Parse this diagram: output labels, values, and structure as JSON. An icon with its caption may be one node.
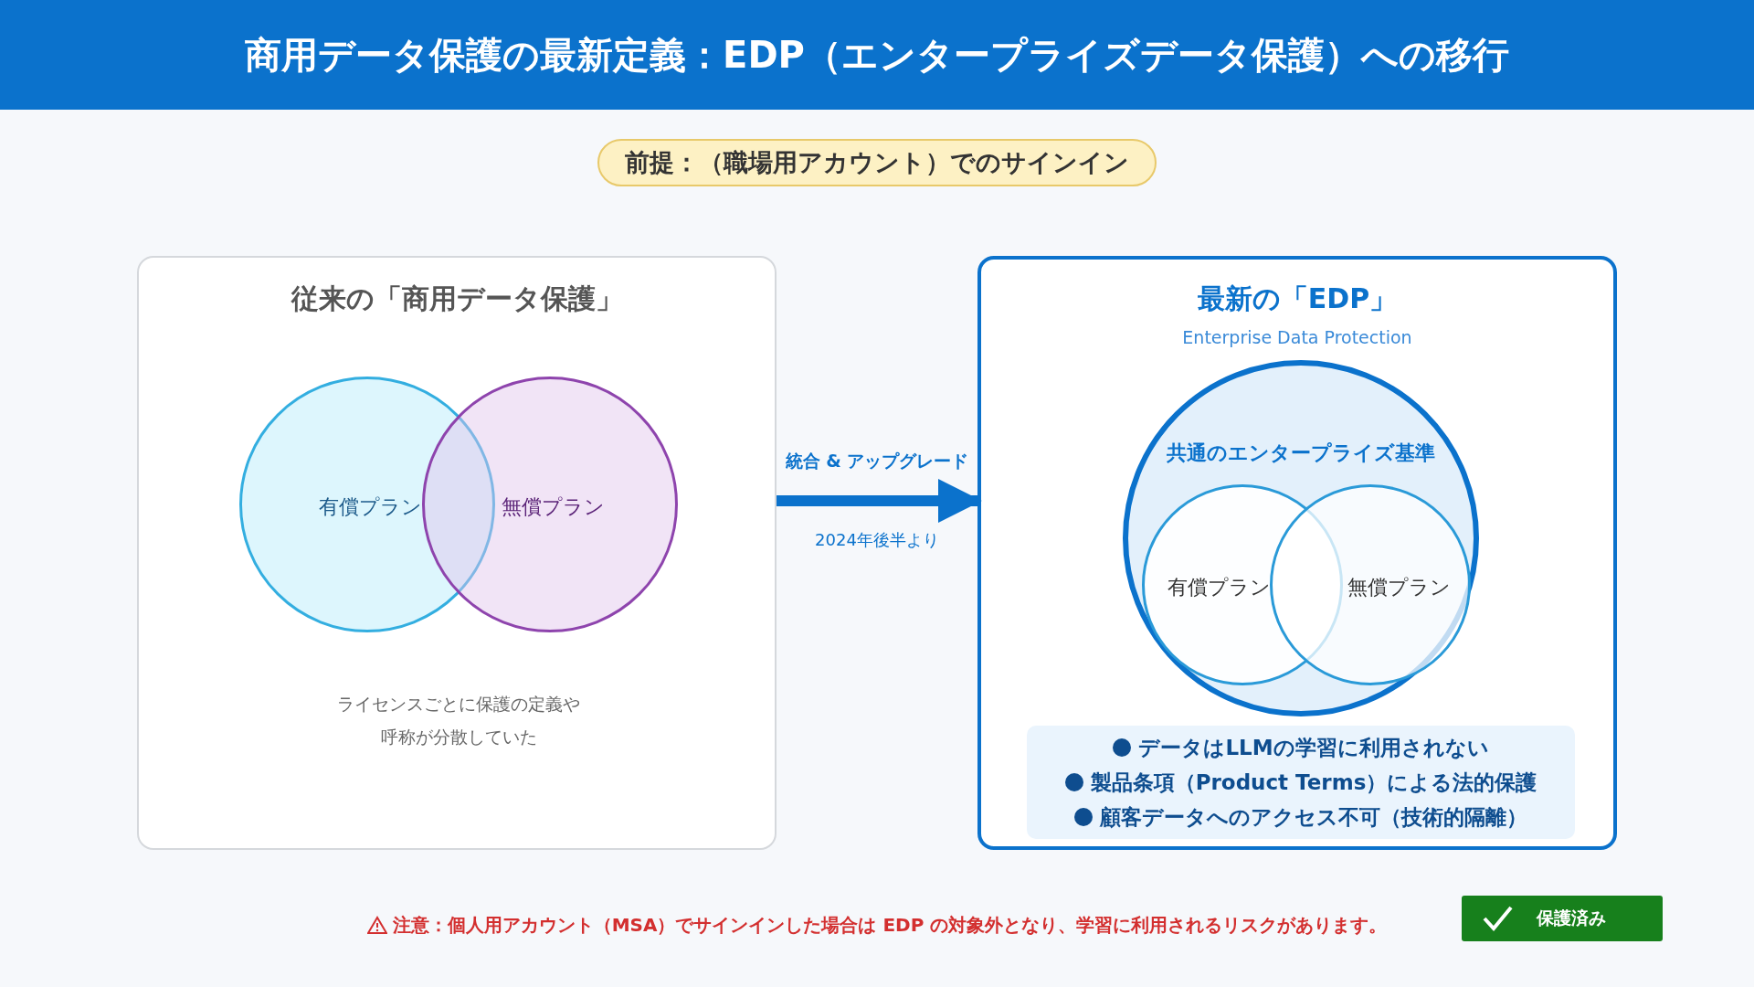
{
  "diagram": {
    "title": "商用データ保護の最新定義：EDP（エンタープライズデータ保護）への移行",
    "nodes": [
      {
        "text": [
          "従来の「商用データ保護」",
          "ライセンスごとに保護の定義や呼称が分散していた"
        ]
      },
      {
        "text": [
          "有償プラン"
        ],
        "in": 0
      },
      {
        "text": [
          "無償プラン"
        ],
        "in": 0
      },
      {
        "text": [
          "最新の「EDP」",
          "Enterprise Data Protection"
        ]
      },
      {
        "text": [
          "共通のエンタープライズ基準"
        ],
        "in": 3
      },
      {
        "text": [
          "有償プラン"
        ],
        "in": 4
      },
      {
        "text": [
          "無償プラン"
        ],
        "in": 4
      },
      {
        "text": [
          "データはLLMの学習に利用されない",
          "製品条項（Product Terms）による法的保護",
          "顧客データへのアクセス不可（技術的隔離）"
        ],
        "in": 3
      },
      {
        "text": [
          "保護済み"
        ]
      }
    ],
    "edges": [
      {
        "from": 0,
        "to": 3,
        "arrow": "to",
        "label": "統合 & アップグレード"
      }
    ],
    "labels": [
      "前提：（職場用アカウント）でのサインイン",
      "2024年後半より",
      "注意：個人用アカウント（MSA）でサインインした場合は EDP の対象外となり、学習に利用されるリスクがあります。"
    ]
  }
}
